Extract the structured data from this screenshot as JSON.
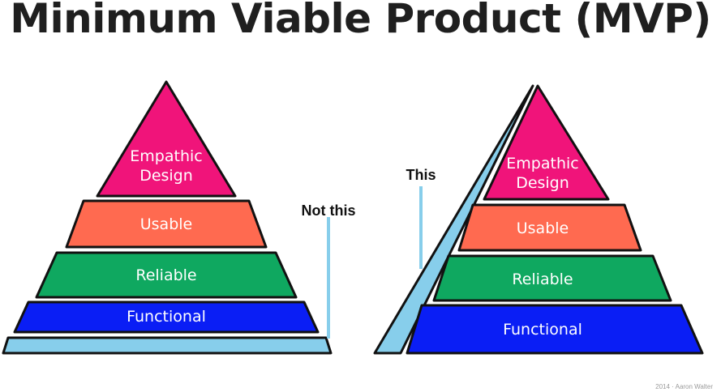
{
  "title": "Minimum Viable Product (MVP)",
  "left_pyramid": {
    "caption": "Not this",
    "layers": [
      {
        "line1": "Empathic",
        "line2": "Design",
        "color": "#f0147a"
      },
      {
        "label": "Usable",
        "color": "#ff6a50"
      },
      {
        "label": "Reliable",
        "color": "#0fa860"
      },
      {
        "label": "Functional",
        "color": "#0a1ef5"
      }
    ],
    "base_color": "#87ceeb"
  },
  "right_pyramid": {
    "caption": "This",
    "layers": [
      {
        "line1": "Empathic",
        "line2": "Design",
        "color": "#f0147a"
      },
      {
        "label": "Usable",
        "color": "#ff6a50"
      },
      {
        "label": "Reliable",
        "color": "#0fa860"
      },
      {
        "label": "Functional",
        "color": "#0a1ef5"
      }
    ],
    "wedge_color": "#87ceeb"
  },
  "pointer_color": "#87ceeb",
  "outline_color": "#111111",
  "credit": "2014 · Aaron Walter"
}
